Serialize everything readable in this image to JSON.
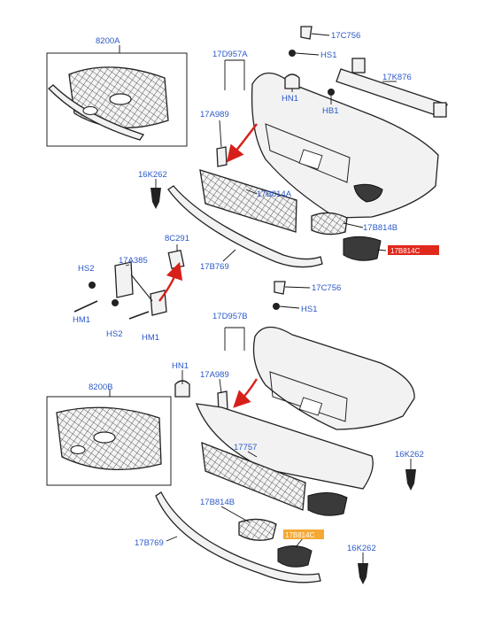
{
  "labels": {
    "grille_a": "8200A",
    "grille_b": "8200B",
    "c756_top": "17C756",
    "c756_mid": "17C756",
    "hs1_top": "HS1",
    "hs1_mid": "HS1",
    "hn1_top": "HN1",
    "hn1_mid": "HN1",
    "hb1": "HB1",
    "k876": "17K876",
    "d957a": "17D957A",
    "d957b": "17D957B",
    "a989_top": "17A989",
    "a989_mid": "17A989",
    "k262_left": "16K262",
    "k262_right": "16K262",
    "k262_bottom": "16K262",
    "b814a": "17B814A",
    "b814b_top": "17B814B",
    "b814b_bottom": "17B814B",
    "c291": "8C291",
    "b769_top": "17B769",
    "b769_bottom": "17B769",
    "a385": "17A385",
    "hs2_top": "HS2",
    "hs2_bottom": "HS2",
    "hm1_left": "HM1",
    "hm1_right": "HM1",
    "p17757": "17757",
    "b814c_highlighted": "17B814C",
    "b814c_top_highlighted": "17B814C"
  },
  "colors": {
    "label_blue": "#2b58c8",
    "highlight_red": "#e0281c",
    "highlight_orange": "#f4a934",
    "arrow_red": "#d8201a"
  }
}
